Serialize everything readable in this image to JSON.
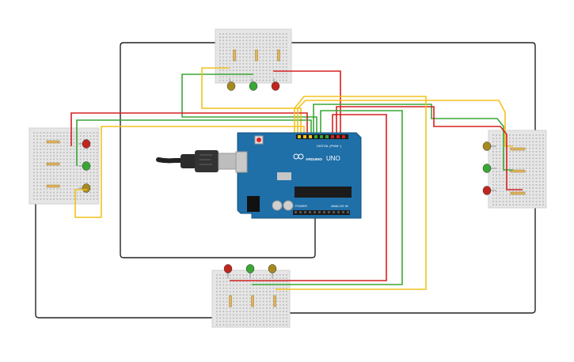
{
  "arduino": {
    "model": "UNO",
    "brand": "ARDUINO",
    "digital_label": "DIGITAL (PWM~)",
    "power_label": "POWER",
    "analog_label": "ANALOG IN",
    "body_color": "#1f6fa8",
    "pin_colors": [
      "#f2c21b",
      "#f2c21b",
      "#f2c21b",
      "#3aa635",
      "#3aa635",
      "#3aa635",
      "#d62020",
      "#d62020",
      "#d62020"
    ]
  },
  "cable": {
    "icon": "usb-plug-icon"
  },
  "wire_colors": {
    "red": "#d62020",
    "green": "#3aa635",
    "yellow": "#f2c21b",
    "black": "#222222"
  },
  "breadboards": [
    {
      "name": "top",
      "leds": [
        "#a68a1f",
        "#3aa635",
        "#c0261f"
      ],
      "orientation": "down"
    },
    {
      "name": "left",
      "leds": [
        "#c0261f",
        "#3aa635",
        "#a68a1f"
      ],
      "orientation": "right"
    },
    {
      "name": "right",
      "leds": [
        "#a68a1f",
        "#3aa635",
        "#c0261f"
      ],
      "orientation": "left"
    },
    {
      "name": "bottom",
      "leds": [
        "#c0261f",
        "#3aa635",
        "#a68a1f"
      ],
      "orientation": "up"
    }
  ]
}
